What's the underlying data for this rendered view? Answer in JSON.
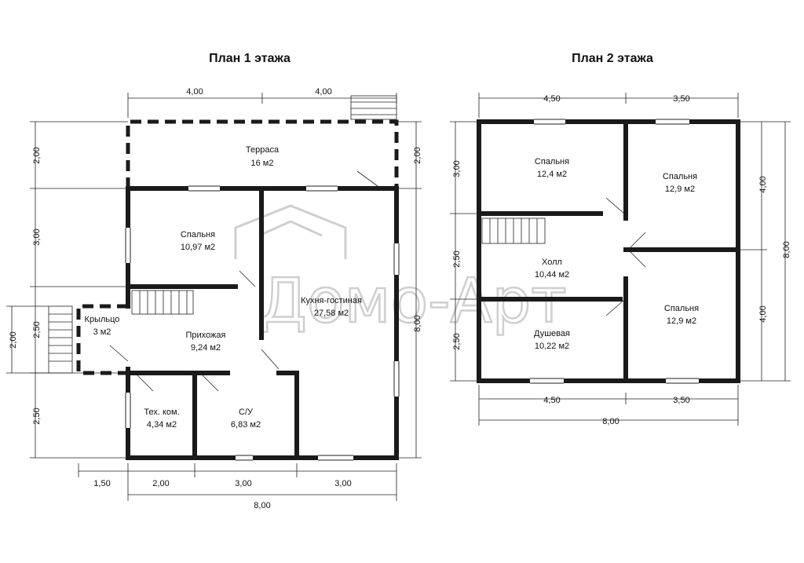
{
  "plan1": {
    "title": "План 1 этажа",
    "rooms": {
      "terrace": {
        "name": "Терраса",
        "area": "16 м2"
      },
      "bedroom": {
        "name": "Спальня",
        "area": "10,97 м2"
      },
      "kitchen": {
        "name": "Кухня-гостиная",
        "area": "27,58 м2"
      },
      "porch": {
        "name": "Крыльцо",
        "area": "3 м2"
      },
      "hall": {
        "name": "Прихожая",
        "area": "9,24 м2"
      },
      "tech": {
        "name": "Тех. ком.",
        "area": "4,34 м2"
      },
      "bath": {
        "name": "С/У",
        "area": "6,83 м2"
      }
    },
    "dims": {
      "top_left": "4,00",
      "top_right": "4,00",
      "bottom_1": "1,50",
      "bottom_2": "2,00",
      "bottom_3": "3,00",
      "bottom_4": "3,00",
      "bottom_total": "8,00",
      "left_1": "2,00",
      "left_2": "3,00",
      "left_3": "2,50",
      "left_4": "2,50",
      "left_porch": "2,00",
      "right_1": "2,00",
      "right_total": "8,00"
    }
  },
  "plan2": {
    "title": "План 2 этажа",
    "rooms": {
      "bedroom1": {
        "name": "Спальня",
        "area": "12,4 м2"
      },
      "bedroom2": {
        "name": "Спальня",
        "area": "12,9 м2"
      },
      "hall": {
        "name": "Холл",
        "area": "10,44 м2"
      },
      "bedroom3": {
        "name": "Спальня",
        "area": "12,9 м2"
      },
      "shower": {
        "name": "Душевая",
        "area": "10,22 м2"
      }
    },
    "dims": {
      "top_left": "4,50",
      "top_right": "3,50",
      "bottom_left": "4,50",
      "bottom_right": "3,50",
      "bottom_total": "8,00",
      "left_1": "3,00",
      "left_2": "2,50",
      "left_3": "2,50",
      "right_1": "4,00",
      "right_2": "4,00",
      "right_total": "8,00"
    }
  },
  "watermark": "Домо-Арт"
}
